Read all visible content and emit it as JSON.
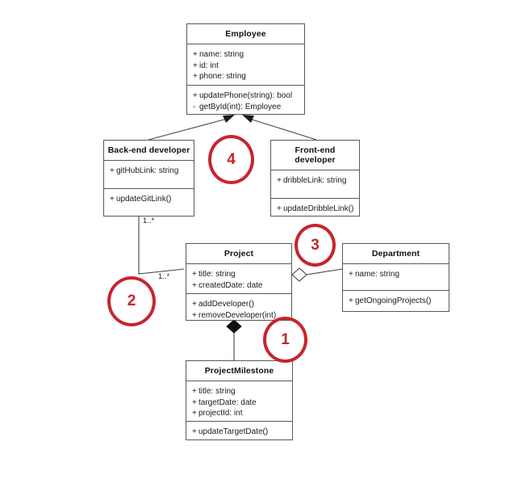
{
  "diagram": {
    "type": "uml-class-diagram",
    "title": "Employee / Project UML class diagram",
    "background_color": "#ffffff",
    "line_color": "#595959",
    "marker_color": "#c8242c"
  },
  "classes": [
    {
      "id": "employee",
      "name": "Employee",
      "attributes": [
        {
          "visibility": "+",
          "text": "name: string"
        },
        {
          "visibility": "+",
          "text": "id: int"
        },
        {
          "visibility": "+",
          "text": "phone: string"
        }
      ],
      "operations": [
        {
          "visibility": "+",
          "text": "updatePhone(string): bool"
        },
        {
          "visibility": "-",
          "text": "getById(int): Employee"
        }
      ]
    },
    {
      "id": "backend",
      "name": "Back-end developer",
      "attributes": [
        {
          "visibility": "+",
          "text": "gitHubLink: string"
        }
      ],
      "operations": [
        {
          "visibility": "+",
          "text": "updateGitLink()"
        }
      ]
    },
    {
      "id": "frontend",
      "name": "Front-end developer",
      "attributes": [
        {
          "visibility": "+",
          "text": "dribbleLink: string"
        }
      ],
      "operations": [
        {
          "visibility": "+",
          "text": "updateDribbleLink()"
        }
      ]
    },
    {
      "id": "project",
      "name": "Project",
      "attributes": [
        {
          "visibility": "+",
          "text": "title: string"
        },
        {
          "visibility": "+",
          "text": "createdDate: date"
        }
      ],
      "operations": [
        {
          "visibility": "+",
          "text": "addDeveloper()"
        },
        {
          "visibility": "+",
          "text": "removeDeveloper(int)"
        }
      ]
    },
    {
      "id": "department",
      "name": "Department",
      "attributes": [
        {
          "visibility": "+",
          "text": "name: string"
        }
      ],
      "operations": [
        {
          "visibility": "+",
          "text": "getOngoingProjects()"
        }
      ]
    },
    {
      "id": "milestone",
      "name": "ProjectMilestone",
      "attributes": [
        {
          "visibility": "+",
          "text": "title: string"
        },
        {
          "visibility": "+",
          "text": "targetDate: date"
        },
        {
          "visibility": "+",
          "text": "projectId: int"
        }
      ],
      "operations": [
        {
          "visibility": "+",
          "text": "updateTargetDate()"
        }
      ]
    }
  ],
  "relationships": [
    {
      "id": "gen-backend-employee",
      "kind": "generalization",
      "from": "Back-end developer",
      "to": "Employee",
      "end_decoration": "filled-arrow"
    },
    {
      "id": "gen-frontend-employee",
      "kind": "generalization",
      "from": "Front-end developer",
      "to": "Employee",
      "end_decoration": "filled-arrow"
    },
    {
      "id": "assoc-backend-project",
      "kind": "association",
      "from": "Back-end developer",
      "to": "Project",
      "source_multiplicity": "1..*",
      "target_multiplicity": "1..*",
      "end_decoration": "none"
    },
    {
      "id": "aggr-department-project",
      "kind": "aggregation",
      "from": "Department",
      "to": "Project",
      "end_decoration": "hollow-diamond"
    },
    {
      "id": "comp-project-milestone",
      "kind": "composition",
      "from": "Project",
      "to": "ProjectMilestone",
      "end_decoration": "filled-diamond"
    }
  ],
  "multiplicities": [
    {
      "id": "mult-backend-bottom",
      "label": "1..*"
    },
    {
      "id": "mult-project-left",
      "label": "1..*"
    }
  ],
  "markers": [
    {
      "id": "marker-4",
      "label": "4",
      "annotates": "generalization relationships to Employee"
    },
    {
      "id": "marker-3",
      "label": "3",
      "annotates": "aggregation between Department and Project"
    },
    {
      "id": "marker-2",
      "label": "2",
      "annotates": "association between Back-end developer and Project"
    },
    {
      "id": "marker-1",
      "label": "1",
      "annotates": "composition between Project and ProjectMilestone"
    }
  ]
}
